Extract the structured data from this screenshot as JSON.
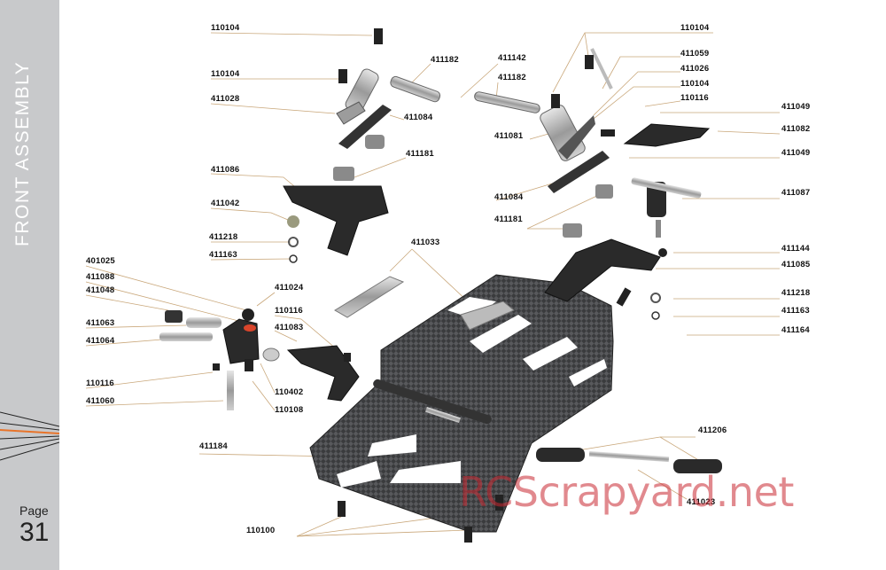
{
  "sidebar": {
    "title": "FRONT  ASSEMBLY",
    "page_label": "Page",
    "page_number": "31"
  },
  "watermark": "RCScrapyard.net",
  "colors": {
    "sidebar": "#c8c9cb",
    "leader_lines": "#c9a77a",
    "label_text": "#111111",
    "watermark": "#c8283255"
  },
  "labels": {
    "l110104a": "110104",
    "l110104b": "110104",
    "l411028": "411028",
    "l411182a": "411182",
    "l411142": "411142",
    "l411182b": "411182",
    "l411084a": "411084",
    "l110104c": "110104",
    "l411059": "411059",
    "l411026": "411026",
    "l110104d": "110104",
    "l110116a": "110116",
    "l411049a": "411049",
    "l411081": "411081",
    "l411082": "411082",
    "l411049b": "411049",
    "l411086": "411086",
    "l411181a": "411181",
    "l411042": "411042",
    "l411218a": "411218",
    "l411163a": "411163",
    "l411084b": "411084",
    "l411087": "411087",
    "l411181b": "411181",
    "l411033": "411033",
    "l411144": "411144",
    "l411085": "411085",
    "l401025": "401025",
    "l411088": "411088",
    "l411048": "411048",
    "l411024": "411024",
    "l110116b": "110116",
    "l411083": "411083",
    "l411063": "411063",
    "l411064": "411064",
    "l411218b": "411218",
    "l411163b": "411163",
    "l411164": "411164",
    "l110116c": "110116",
    "l110402": "110402",
    "l411060": "411060",
    "l110108": "110108",
    "l411184": "411184",
    "l411206": "411206",
    "l411023": "411023",
    "l110100": "110100"
  }
}
